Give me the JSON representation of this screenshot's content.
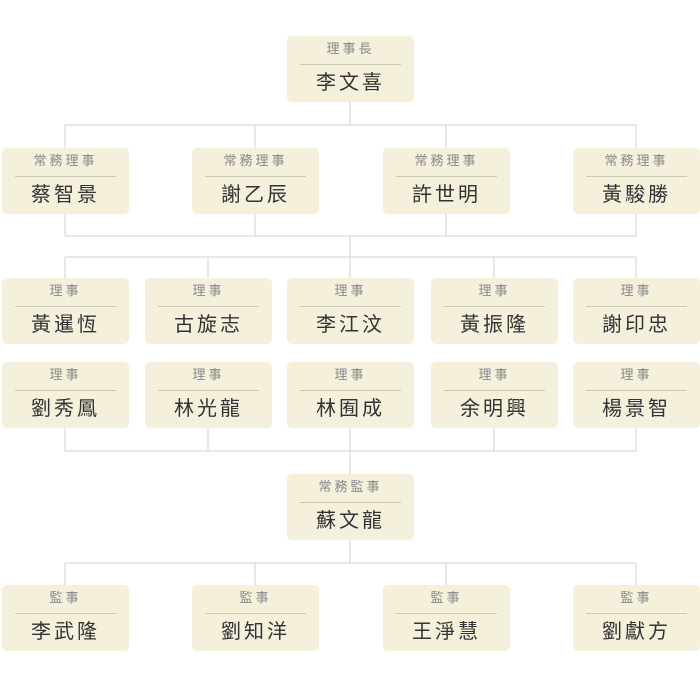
{
  "nodes": {
    "chairman": {
      "title": "理事長",
      "name": "李文喜"
    },
    "exec1": {
      "title": "常務理事",
      "name": "蔡智景"
    },
    "exec2": {
      "title": "常務理事",
      "name": "謝乙辰"
    },
    "exec3": {
      "title": "常務理事",
      "name": "許世明"
    },
    "exec4": {
      "title": "常務理事",
      "name": "黃駿勝"
    },
    "dir1": {
      "title": "理事",
      "name": "黃暹恆"
    },
    "dir2": {
      "title": "理事",
      "name": "古旋志"
    },
    "dir3": {
      "title": "理事",
      "name": "李江汶"
    },
    "dir4": {
      "title": "理事",
      "name": "黃振隆"
    },
    "dir5": {
      "title": "理事",
      "name": "謝印忠"
    },
    "dir6": {
      "title": "理事",
      "name": "劉秀鳳"
    },
    "dir7": {
      "title": "理事",
      "name": "林光龍"
    },
    "dir8": {
      "title": "理事",
      "name": "林囿成"
    },
    "dir9": {
      "title": "理事",
      "name": "余明興"
    },
    "dir10": {
      "title": "理事",
      "name": "楊景智"
    },
    "supchief": {
      "title": "常務監事",
      "name": "蘇文龍"
    },
    "sup1": {
      "title": "監事",
      "name": "李武隆"
    },
    "sup2": {
      "title": "監事",
      "name": "劉知洋"
    },
    "sup3": {
      "title": "監事",
      "name": "王淨慧"
    },
    "sup4": {
      "title": "監事",
      "name": "劉獻方"
    }
  },
  "colors": {
    "box_fill": "#f4f0dc",
    "connector": "#d0d0d0",
    "title_text": "#888888",
    "name_text": "#333333"
  }
}
